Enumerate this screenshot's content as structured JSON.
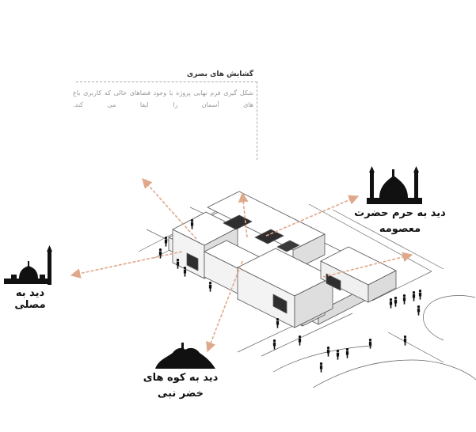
{
  "panel": {
    "title": "گشایش های بصری",
    "body": "شکل گیری فرم نهایی پروژه با وجود فضاهای خالی که کاربری باغ های آسمان را ایفا می کند."
  },
  "views": {
    "shrine_line1": "دید به حرم حضرت",
    "shrine_line2": "معصومه",
    "mosalla": "دید به مصلی",
    "mountain_line1": "دید به کوه های",
    "mountain_line2": "خضر نبی"
  },
  "icons": {
    "shrine": "shrine-silhouette-icon",
    "mosalla": "mosque-silhouette-icon",
    "mountain": "mountain-silhouette-icon",
    "people": "person-silhouette-icon"
  },
  "colors": {
    "arrow": "#e0a88a",
    "silhouette": "#111111",
    "line": "#555555",
    "face_top": "#ffffff",
    "face_left": "#f3f3f3",
    "face_right": "#dedede",
    "void": "#2e2e2e"
  }
}
